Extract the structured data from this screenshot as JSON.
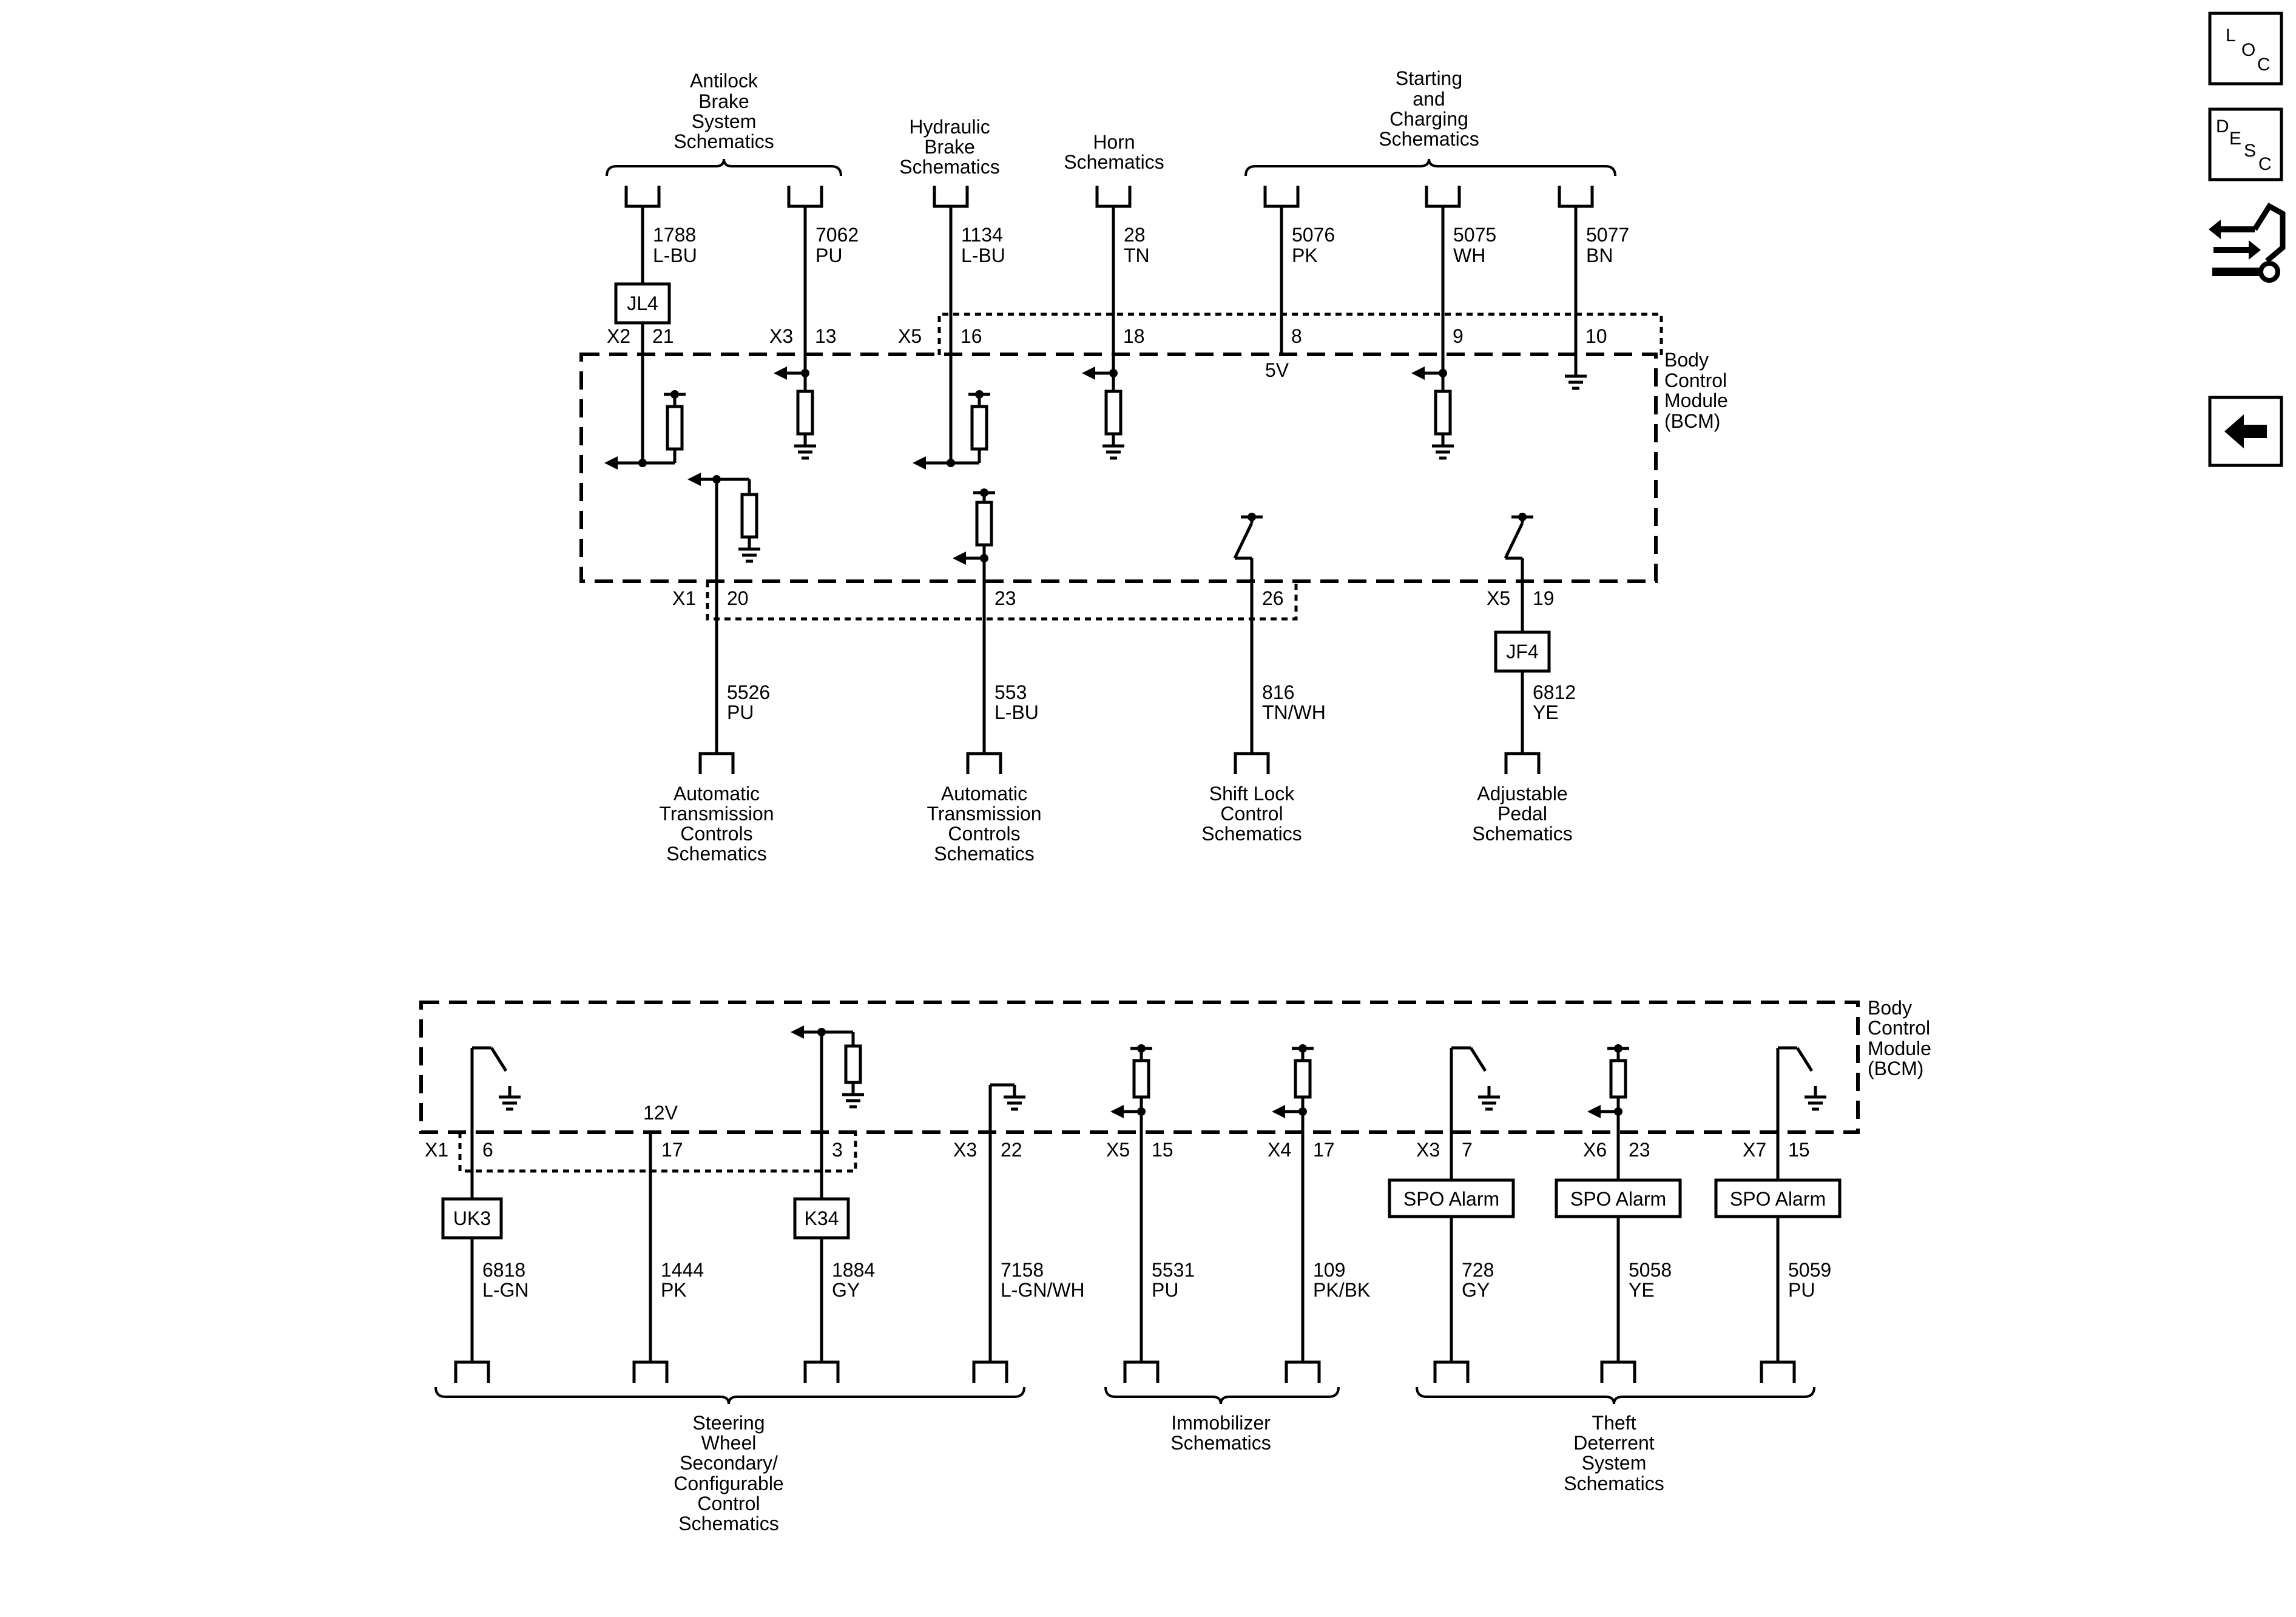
{
  "modules": {
    "top_label": [
      "Body",
      "Control",
      "Module",
      "(BCM)"
    ],
    "bottom_label": [
      "Body",
      "Control",
      "Module",
      "(BCM)"
    ],
    "top_5v": "5V",
    "bottom_12v": "12V"
  },
  "top_groups": {
    "abs": [
      "Antilock",
      "Brake",
      "System",
      "Schematics"
    ],
    "hydraulic": [
      "Hydraulic",
      "Brake",
      "Schematics"
    ],
    "horn": [
      "Horn",
      "Schematics"
    ],
    "starting": [
      "Starting",
      "and",
      "Charging",
      "Schematics"
    ]
  },
  "top_wires": [
    {
      "circuit": "1788",
      "color": "L-BU",
      "conn": "X2",
      "pin": "21",
      "splice": "JL4"
    },
    {
      "circuit": "7062",
      "color": "PU",
      "conn": "X3",
      "pin": "13"
    },
    {
      "circuit": "1134",
      "color": "L-BU",
      "conn": "X5",
      "pin": "16"
    },
    {
      "circuit": "28",
      "color": "TN",
      "pin": "18"
    },
    {
      "circuit": "5076",
      "color": "PK",
      "pin": "8"
    },
    {
      "circuit": "5075",
      "color": "WH",
      "pin": "9"
    },
    {
      "circuit": "5077",
      "color": "BN",
      "pin": "10"
    }
  ],
  "mid_wires": [
    {
      "circuit": "5526",
      "color": "PU",
      "conn": "X1",
      "pin": "20",
      "dest": [
        "Automatic",
        "Transmission",
        "Controls",
        "Schematics"
      ]
    },
    {
      "circuit": "553",
      "color": "L-BU",
      "pin": "23",
      "dest": [
        "Automatic",
        "Transmission",
        "Controls",
        "Schematics"
      ]
    },
    {
      "circuit": "816",
      "color": "TN/WH",
      "pin": "26",
      "dest": [
        "Shift Lock",
        "Control",
        "Schematics"
      ]
    },
    {
      "circuit": "6812",
      "color": "YE",
      "conn": "X5",
      "pin": "19",
      "splice": "JF4",
      "dest": [
        "Adjustable",
        "Pedal",
        "Schematics"
      ]
    }
  ],
  "bottom_wires": [
    {
      "circuit": "6818",
      "color": "L-GN",
      "conn": "X1",
      "pin": "6",
      "splice": "UK3"
    },
    {
      "circuit": "1444",
      "color": "PK",
      "pin": "17"
    },
    {
      "circuit": "1884",
      "color": "GY",
      "pin": "3",
      "splice": "K34"
    },
    {
      "circuit": "7158",
      "color": "L-GN/WH",
      "conn": "X3",
      "pin": "22"
    },
    {
      "circuit": "5531",
      "color": "PU",
      "conn": "X5",
      "pin": "15"
    },
    {
      "circuit": "109",
      "color": "PK/BK",
      "conn": "X4",
      "pin": "17"
    },
    {
      "circuit": "728",
      "color": "GY",
      "conn": "X3",
      "pin": "7",
      "splice": "SPO Alarm"
    },
    {
      "circuit": "5058",
      "color": "YE",
      "conn": "X6",
      "pin": "23",
      "splice": "SPO Alarm"
    },
    {
      "circuit": "5059",
      "color": "PU",
      "conn": "X7",
      "pin": "15",
      "splice": "SPO Alarm"
    }
  ],
  "bottom_groups": {
    "steering": [
      "Steering",
      "Wheel",
      "Secondary/",
      "Configurable",
      "Control",
      "Schematics"
    ],
    "immobilizer": [
      "Immobilizer",
      "Schematics"
    ],
    "theft": [
      "Theft",
      "Deterrent",
      "System",
      "Schematics"
    ]
  },
  "nav": {
    "loc": [
      "L",
      "O",
      "C"
    ],
    "desc": [
      "D",
      "E",
      "S",
      "C"
    ],
    "icons": [
      "connector-end-view-icon",
      "back-arrow-icon"
    ]
  }
}
